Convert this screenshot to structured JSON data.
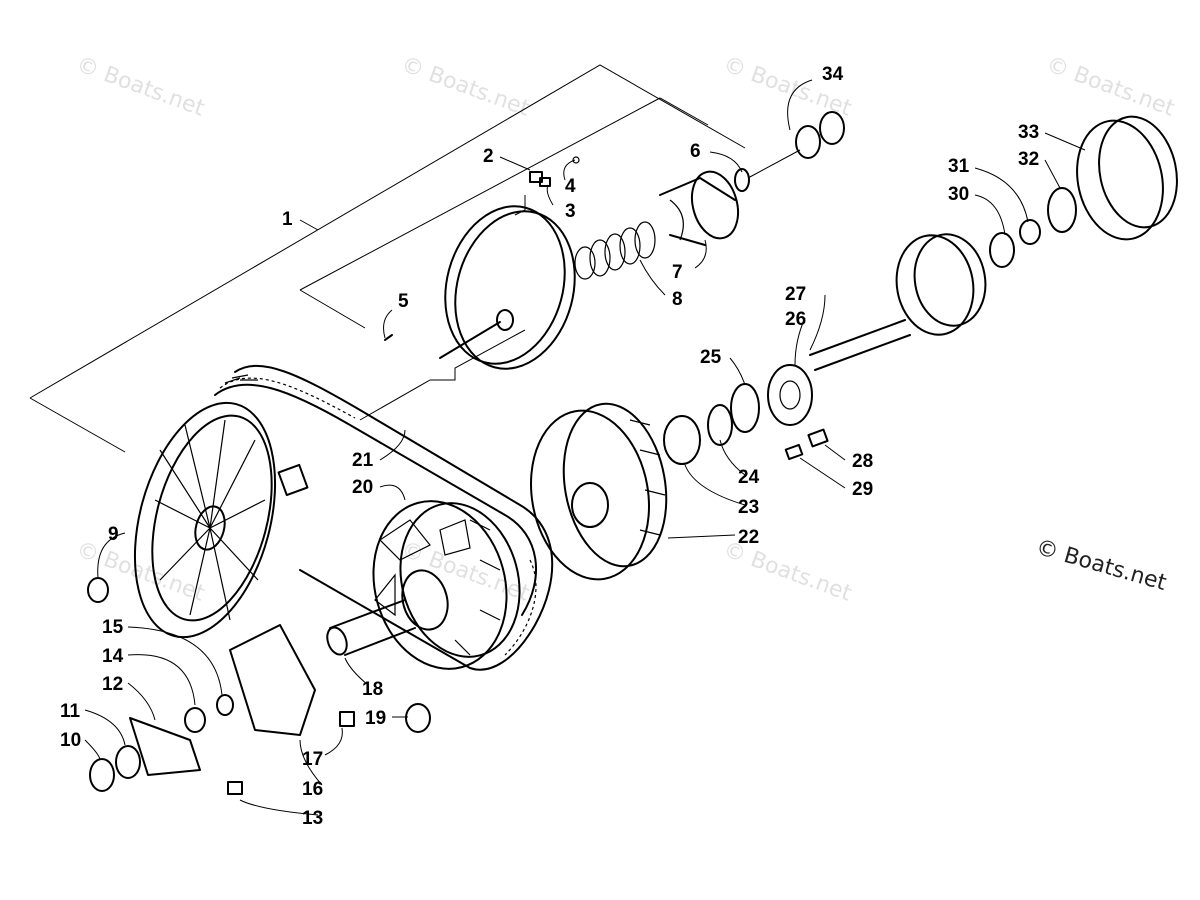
{
  "copyright": "© Boats.net",
  "watermark": "© Boats.net",
  "callouts": [
    "1",
    "2",
    "3",
    "4",
    "5",
    "6",
    "7",
    "8",
    "9",
    "10",
    "11",
    "12",
    "13",
    "14",
    "15",
    "16",
    "17",
    "18",
    "19",
    "20",
    "21",
    "22",
    "23",
    "24",
    "25",
    "26",
    "27",
    "28",
    "29",
    "30",
    "31",
    "32",
    "33",
    "34"
  ]
}
